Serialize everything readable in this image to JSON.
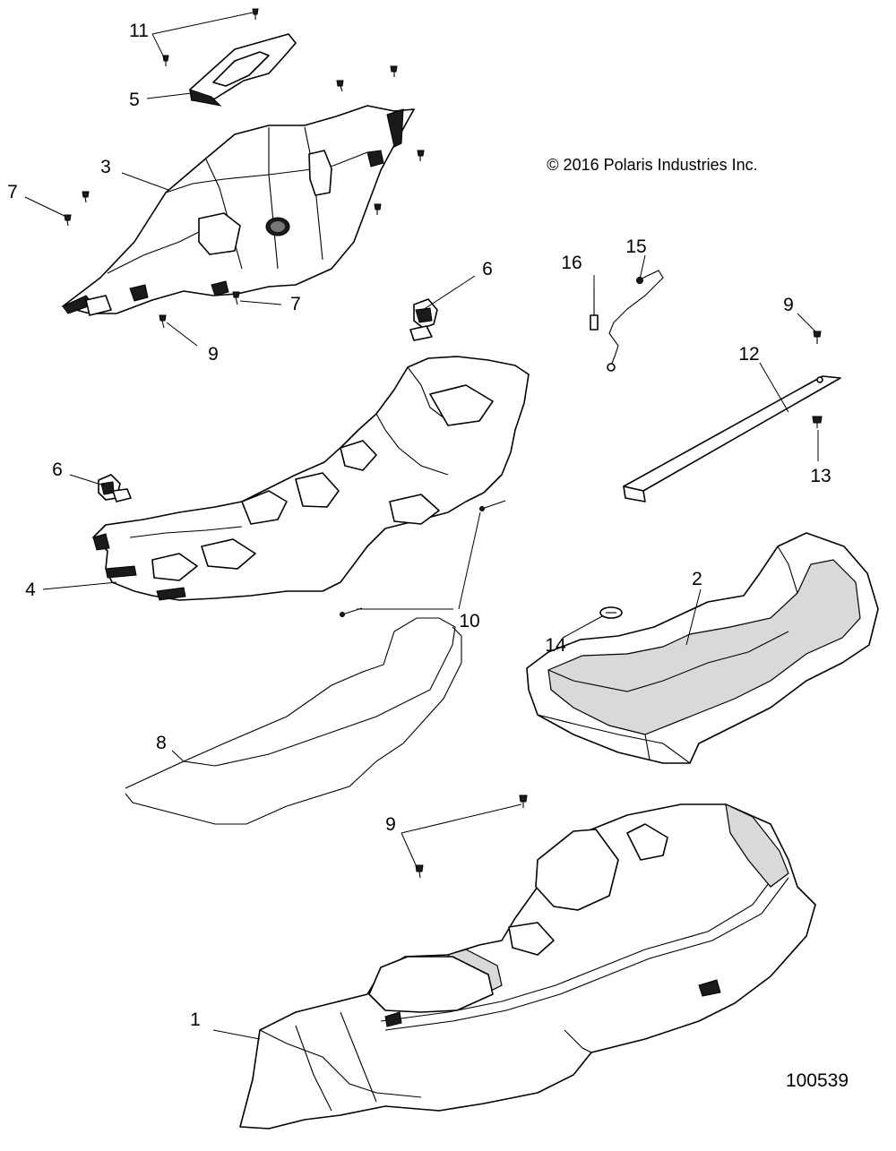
{
  "copyright": "© 2016 Polaris Industries Inc.",
  "diagram_id": "100539",
  "callouts": {
    "c1": "1",
    "c2": "2",
    "c3": "3",
    "c4": "4",
    "c5": "5",
    "c6a": "6",
    "c6b": "6",
    "c7a": "7",
    "c7b": "7",
    "c8": "8",
    "c9a": "9",
    "c9b": "9",
    "c9c": "9",
    "c10": "10",
    "c11": "11",
    "c12": "12",
    "c13": "13",
    "c14": "14",
    "c15": "15",
    "c16": "16"
  }
}
